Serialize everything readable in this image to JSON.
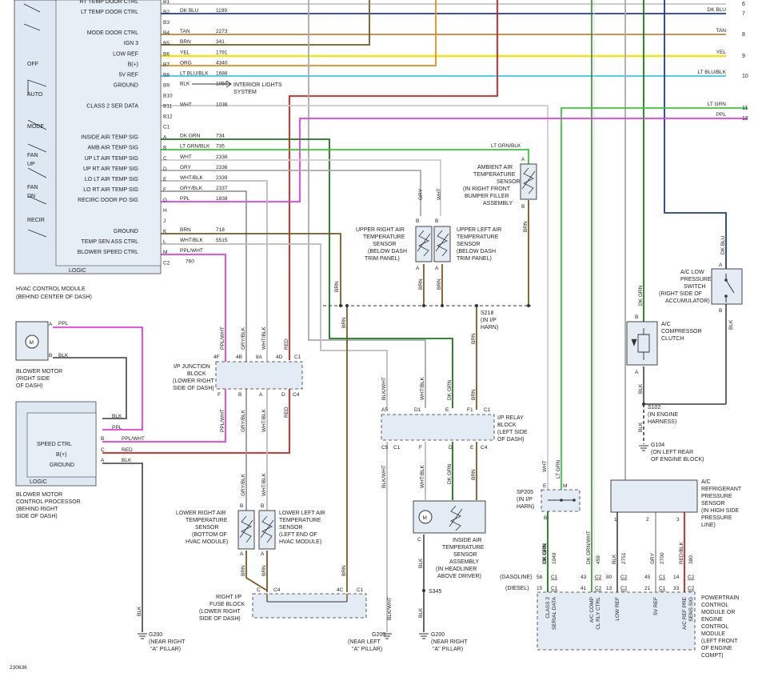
{
  "diagram_id": "230636",
  "hvac": {
    "title_line1": "HVAC CONTROL MODULE",
    "title_line2": "(BEHIND CENTER OF DASH)",
    "logic": "LOGIC",
    "left_labels": [
      "OFF",
      "AUTO",
      "MODE",
      "FAN",
      "UP",
      "FAN",
      "DN",
      "RECIR"
    ],
    "pins": [
      {
        "label": "RT TEMP DOOR CTRL",
        "pin": "B1",
        "color": "",
        "circuit": ""
      },
      {
        "label": "LT TEMP DOOR CTRL",
        "pin": "B2",
        "color": "DK BLU",
        "circuit": "1199"
      },
      {
        "label": "",
        "pin": "B3",
        "color": "",
        "circuit": ""
      },
      {
        "label": "MODE DOOR CTRL",
        "pin": "B4",
        "color": "TAN",
        "circuit": "2273"
      },
      {
        "label": "IGN 3",
        "pin": "B5",
        "color": "BRN",
        "circuit": "341"
      },
      {
        "label": "LOW REF",
        "pin": "B6",
        "color": "YEL",
        "circuit": "1791"
      },
      {
        "label": "B(+)",
        "pin": "B7",
        "color": "ORG",
        "circuit": "4340"
      },
      {
        "label": "5V REF",
        "pin": "B8",
        "color": "LT BLU/BLK",
        "circuit": "1688"
      },
      {
        "label": "GROUND",
        "pin": "B9",
        "color": "BLK",
        "circuit": "1050"
      },
      {
        "label": "",
        "pin": "B10",
        "color": "",
        "circuit": ""
      },
      {
        "label": "CLASS 2 SER DATA",
        "pin": "B11",
        "color": "WHT",
        "circuit": "1038"
      },
      {
        "label": "",
        "pin": "B12",
        "color": "",
        "circuit": ""
      },
      {
        "label": "",
        "pin": "C1",
        "color": "",
        "circuit": ""
      },
      {
        "label": "INSIDE AIR TEMP SIG",
        "pin": "A",
        "color": "DK GRN",
        "circuit": "734"
      },
      {
        "label": "AMB AIR TEMP SIG",
        "pin": "B",
        "color": "LT GRN/BLK",
        "circuit": "735"
      },
      {
        "label": "UP LT AIR TEMP SIG",
        "pin": "C",
        "color": "WHT",
        "circuit": "2338"
      },
      {
        "label": "UP RT AIR TEMP SIG",
        "pin": "D",
        "color": "GRY",
        "circuit": "2336"
      },
      {
        "label": "LO LT AIR TEMP SIG",
        "pin": "E",
        "color": "WHT/BLK",
        "circuit": "2339"
      },
      {
        "label": "LO RT AIR TEMP SIG",
        "pin": "F",
        "color": "GRY/BLK",
        "circuit": "2337"
      },
      {
        "label": "RECIRC DOOR PO SIG",
        "pin": "G",
        "color": "PPL",
        "circuit": "1838"
      },
      {
        "label": "",
        "pin": "H",
        "color": "",
        "circuit": ""
      },
      {
        "label": "",
        "pin": "J",
        "color": "",
        "circuit": ""
      },
      {
        "label": "GROUND",
        "pin": "K",
        "color": "BRN",
        "circuit": "718"
      },
      {
        "label": "TEMP SEN ASS CTRL",
        "pin": "L",
        "color": "WHT/BLK",
        "circuit": "5515"
      },
      {
        "label": "BLOWER SPEED CTRL",
        "pin": "M",
        "color": "PPL/WHT",
        "circuit": ""
      },
      {
        "label": "",
        "pin": "C2",
        "color": "",
        "circuit": "760"
      }
    ],
    "interior_lights_1": "INTERIOR LIGHTS",
    "interior_lights_2": "SYSTEM"
  },
  "right_edge": [
    {
      "n": "6",
      "color": ""
    },
    {
      "n": "7",
      "color": "DK BLU"
    },
    {
      "n": "8",
      "color": "TAN"
    },
    {
      "n": "9",
      "color": "YEL"
    },
    {
      "n": "10",
      "color": "LT BLU/BLK"
    },
    {
      "n": "11",
      "color": "LT GRN"
    },
    {
      "n": "12",
      "color": "PPL"
    }
  ],
  "blower_motor": {
    "l1": "BLOWER MOTOR",
    "l2": "(RIGHT SIDE",
    "l3": "OF DASH)",
    "pinA": "A",
    "pinB": "B",
    "wA": "PPL",
    "wB": "BLK"
  },
  "bmcp": {
    "l1": "BLOWER MOTOR",
    "l2": "CONTROL PROCESSOR",
    "l3": "(BEHIND RIGHT",
    "l4": "SIDE OF DASH)",
    "logic": "LOGIC",
    "speed": "SPEED CTRL",
    "bplus": "B(+)",
    "ground": "GROUND",
    "pins": [
      "B",
      "C",
      "A"
    ],
    "wires": [
      "BLK",
      "PPL",
      "PPL/WHT",
      "RED",
      "BLK"
    ]
  },
  "ip_junction": {
    "l1": "I/P JUNCTION",
    "l2": "BLOCK",
    "l3": "(LOWER RIGHT",
    "l4": "SIDE OF DASH)",
    "top_pins": [
      "4F",
      "4B",
      "8A",
      "4D",
      "C1"
    ],
    "bot_pins": [
      "F",
      "B",
      "A",
      "D",
      "C4"
    ],
    "wires": [
      "PPL/WHT",
      "GRY/BLK",
      "WHT/BLK",
      "RED"
    ]
  },
  "lower_sensors": {
    "right": {
      "l1": "LOWER RIGHT AIR",
      "l2": "TEMPERATURE",
      "l3": "SENSOR",
      "l4": "(BOTTOM OF",
      "l5": "HVAC MODULE)"
    },
    "left": {
      "l1": "LOWER LEFT AIR",
      "l2": "TEMPERATURE",
      "l3": "SENSOR",
      "l4": "(LEFT END OF",
      "l5": "HVAC MODULE)"
    },
    "pin_b": "B",
    "pin_a": "A",
    "w_top": [
      "GRY/BLK",
      "WHT/BLK"
    ],
    "w_bot": [
      "BRN",
      "BRN"
    ]
  },
  "fuse_block": {
    "l1": "RIGHT I/P",
    "l2": "FUSE BLOCK",
    "l3": "(LOWER RIGHT",
    "l4": "SIDE OF DASH)",
    "p1": "C",
    "p2": "C4",
    "p3": "4C",
    "p4": "C1",
    "w": "BRN"
  },
  "g200a": {
    "l1": "G200",
    "l2": "(NEAR RIGHT",
    "l3": "\"A\" PILLAR)",
    "w": "BLK"
  },
  "g203": {
    "l1": "G203",
    "l2": "(NEAR LEFT",
    "l3": "\"A\" PILLAR)",
    "w": "BLK/WHT"
  },
  "g200b": {
    "l1": "G200",
    "l2": "(NEAR RIGHT",
    "l3": "\"A\" PILLAR)",
    "w": "BLK",
    "s": "S345"
  },
  "upper_sensors": {
    "right": {
      "l1": "UPPER RIGHT AIR",
      "l2": "TEMPERATURE",
      "l3": "SENSOR",
      "l4": "(BELOW DASH",
      "l5": "TRIM PANEL)"
    },
    "left": {
      "l1": "UPPER LEFT AIR",
      "l2": "TEMPERATURE",
      "l3": "SENSOR",
      "l4": "(BELOW DASH",
      "l5": "TRIM PANEL)"
    },
    "w_top": [
      "GRY",
      "WHT"
    ],
    "w_bot": [
      "BRN",
      "BRN"
    ],
    "pin_b": "B",
    "pin_a": "A"
  },
  "ambient": {
    "l1": "AMBIENT AIR",
    "l2": "TEMPERATURE",
    "l3": "SENSOR",
    "l4": "(IN RIGHT FRONT",
    "l5": "BUMPER FILLER",
    "l6": "ASSEMBLY",
    "w": "LT GRN/BLK",
    "pin_a": "A",
    "pin_b": "B",
    "wb": "BRN"
  },
  "s218": {
    "l1": "S218",
    "l2": "(IN I/P",
    "l3": "HARN)",
    "w": "BRN"
  },
  "relay_block": {
    "l1": "I/P RELAY",
    "l2": "BLOCK",
    "l3": "(LEFT SIDE",
    "l4": "OF DASH)",
    "top": [
      "A5",
      "D1",
      "E",
      "F1",
      "C1"
    ],
    "bot": [
      "C5",
      "C1",
      "F",
      "D",
      "E",
      "C4"
    ],
    "w_top": [
      "BLK/WHT",
      "WHT/BLK",
      "DK GRN",
      "BRN"
    ],
    "w_bot": [
      "BLK/WHT",
      "WHT/BLK",
      "DK GRN",
      "BRN"
    ]
  },
  "inside_sensor": {
    "l1": "INSIDE AIR",
    "l2": "TEMPERATURE",
    "l3": "SENSOR",
    "l4": "ASSEMBLY",
    "l5": "(IN HEADLINER",
    "l6": "ABOVE DRIVER)",
    "pin": "C",
    "w": "BLK"
  },
  "sp205": {
    "l1": "SP205",
    "l2": "(IN I/P",
    "l3": "HARN)",
    "pins": [
      "E",
      "M",
      "B"
    ],
    "w": [
      "WHT",
      "LT GRN",
      "DK GRN"
    ]
  },
  "ac_switch": {
    "l1": "A/C LOW",
    "l2": "PRESSURE",
    "l3": "SWITCH",
    "l4": "(RIGHT SIDE OF",
    "l5": "ACCUMULATOR)",
    "pin_a": "A",
    "pin_b": "B",
    "w_top": "DK BLU",
    "w_bot": "BLK"
  },
  "ac_clutch": {
    "l1": "A/C",
    "l2": "COMPRESSOR",
    "l3": "CLUTCH",
    "pin_b": "B",
    "pin_a": "A",
    "w_top": "DK GRN",
    "w_bot": "BLK"
  },
  "s102": {
    "l1": "S102",
    "l2": "(IN ENGINE",
    "l3": "HARNESS)",
    "w": "BLK"
  },
  "g104": {
    "l1": "G104",
    "l2": "(ON LEFT REAR",
    "l3": "OF ENGINE BLOCK)"
  },
  "refrig": {
    "l1": "A/C",
    "l2": "REFRIGERANT",
    "l3": "PRESSURE",
    "l4": "SENSOR",
    "l5": "(IN HIGH SIDE",
    "l6": "PRESSURE",
    "l7": "LINE)",
    "pins": [
      "1",
      "2",
      "3"
    ]
  },
  "pcm": {
    "gasoline": "(GASOLINE)",
    "diesel": "(DIESEL)",
    "wires": [
      {
        "color": "DK GRN",
        "circuit": "1049",
        "gas": "58",
        "gconn": "C1",
        "dsl": "15",
        "dconn": "C1"
      },
      {
        "color": "DK GRN/WHT",
        "circuit": "459",
        "gas": "43",
        "gconn": "C2",
        "dsl": "41",
        "dconn": "C2"
      },
      {
        "color": "BLK",
        "circuit": "2751",
        "gas": "80",
        "gconn": "C2",
        "dsl": "13",
        "dconn": "C2"
      },
      {
        "color": "GRY",
        "circuit": "2700",
        "gas": "45",
        "gconn": "C1",
        "dsl": "21",
        "dconn": "C1"
      },
      {
        "color": "RED/BLK",
        "circuit": "380",
        "gas": "14",
        "gconn": "C2",
        "dsl": "33",
        "dconn": "C2"
      }
    ],
    "labels": [
      "CLASS 2\nSERIAL DATA",
      "A/C COMP\nCL RLY CTRL",
      "LOW REF",
      "5V REF",
      "A/C REF PRE\nSENS SIG"
    ],
    "l1": "POWERTRAIN",
    "l2": "CONTROL",
    "l3": "MODULE OR",
    "l4": "ENGINE",
    "l5": "CONTROL",
    "l6": "MODULE",
    "l7": "(LEFT FRONT",
    "l8": "OF ENGINE",
    "l9": "COMPT)"
  },
  "colors": {
    "dkblu": "#1f3c8c",
    "tan": "#b48a3a",
    "brn": "#7a5a1e",
    "yel": "#f2e600",
    "org": "#f28a1a",
    "ltblu": "#33ccee",
    "ltgrn": "#33cc33",
    "dkgrn": "#1a7a1a",
    "ppl": "#e83ae8",
    "red": "#dd1a1a",
    "gry": "#aaaaaa",
    "blk": "#555555",
    "wht": "#cccccc"
  }
}
